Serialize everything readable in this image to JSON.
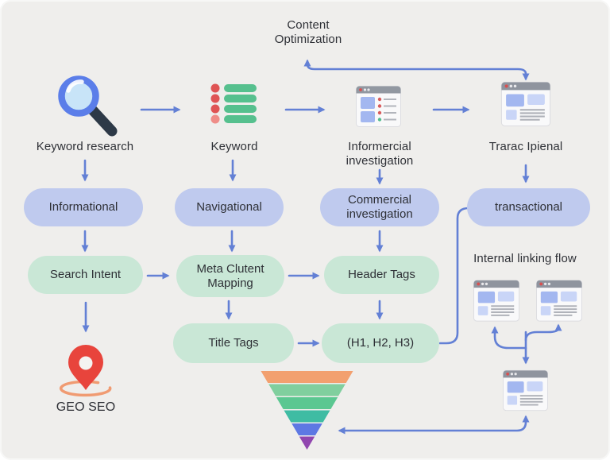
{
  "colors": {
    "background": "#efeeec",
    "arrow": "#6380d5",
    "pill_blue": "#bfcaee",
    "pill_green": "#c9e7d6",
    "text": "#2e3036"
  },
  "header": {
    "content_optimization": "Content Optimization"
  },
  "top_row": {
    "items": [
      {
        "icon": "magnifier-icon",
        "label": "Keyword research"
      },
      {
        "icon": "keyword-list-icon",
        "label": "Keyword"
      },
      {
        "icon": "browser-list-icon",
        "label": "Informercial investigation"
      },
      {
        "icon": "browser-article-icon",
        "label": "Trarac Ipienal"
      }
    ]
  },
  "intent_pills": [
    {
      "label": "Informational"
    },
    {
      "label": "Navigational"
    },
    {
      "label": "Commercial investigation"
    },
    {
      "label": "transactional"
    }
  ],
  "process_pills": [
    {
      "label": "Search Intent"
    },
    {
      "label": "Meta Clutent Mapping"
    },
    {
      "label": "Header Tags"
    },
    {
      "label": "Title Tags"
    },
    {
      "label": "(H1, H2, H3)"
    }
  ],
  "bottom_labels": {
    "geo_seo": "GEO SEO",
    "internal_linking_flow": "Internal linking flow"
  },
  "funnel": {
    "colors": [
      "#f2a06f",
      "#80cf9e",
      "#5bc791",
      "#3fbca3",
      "#5e78e3",
      "#9146af"
    ]
  }
}
